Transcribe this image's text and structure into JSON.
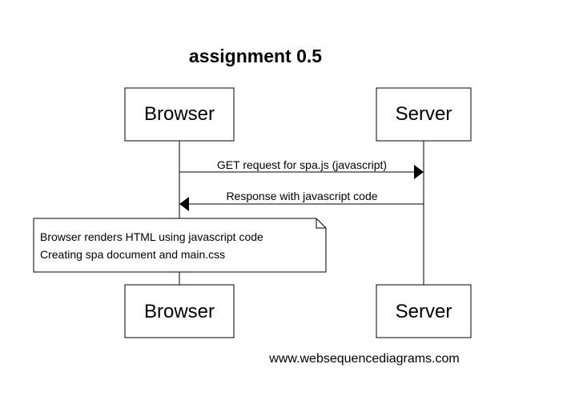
{
  "diagram": {
    "title": "assignment 0.5",
    "participants": {
      "browser": "Browser",
      "server": "Server"
    },
    "messages": [
      {
        "from": "Browser",
        "to": "Server",
        "text": "GET request for spa.js (javascript)"
      },
      {
        "from": "Server",
        "to": "Browser",
        "text": "Response with javascript code"
      }
    ],
    "note": {
      "over": "Browser",
      "lines": [
        "Browser renders HTML using javascript code",
        "Creating spa document and main.css"
      ]
    },
    "watermark": "www.websequencediagrams.com"
  }
}
